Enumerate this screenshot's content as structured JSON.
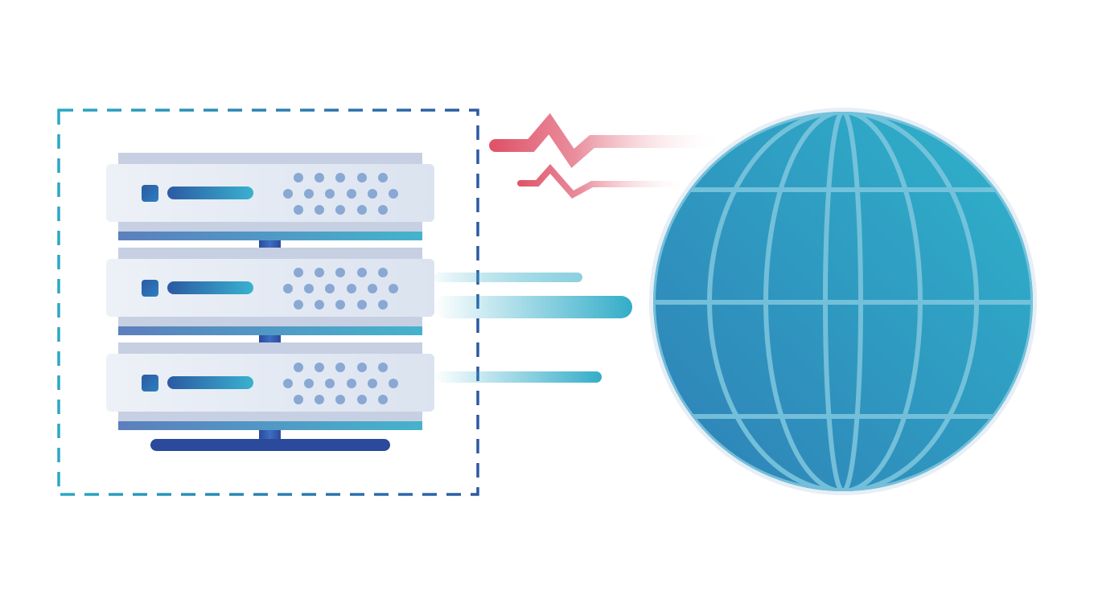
{
  "illustration": {
    "subject": "server-rack-connected-to-globe",
    "server_units": 3,
    "incoming_links": 3,
    "blocked_links": 2,
    "icons": [
      "server-rack-icon",
      "globe-icon",
      "blocked-connection-icon",
      "data-stream-icon"
    ]
  },
  "colors": {
    "background": "#ffffff",
    "boundary_start": "#2aa7c4",
    "boundary_end": "#2b5aa3",
    "panel": "#e8edf5",
    "panel_edge": "#dde4f0",
    "rail_top": "#c6d0e2",
    "rail_bottom_start": "#5c7fbd",
    "rail_bottom_end": "#45b3cc",
    "led": "#2b5aa3",
    "bar_start": "#2b5aa3",
    "bar_end": "#3ab1cf",
    "vent": "#89a8d4",
    "base": "#2b4a9c",
    "globe_start": "#2f86b8",
    "globe_end": "#2fb1cb",
    "globe_line": "#7fc7de",
    "globe_rim": "#e6eef6",
    "stream": "#33adc8",
    "blocked": "#e0546a"
  }
}
